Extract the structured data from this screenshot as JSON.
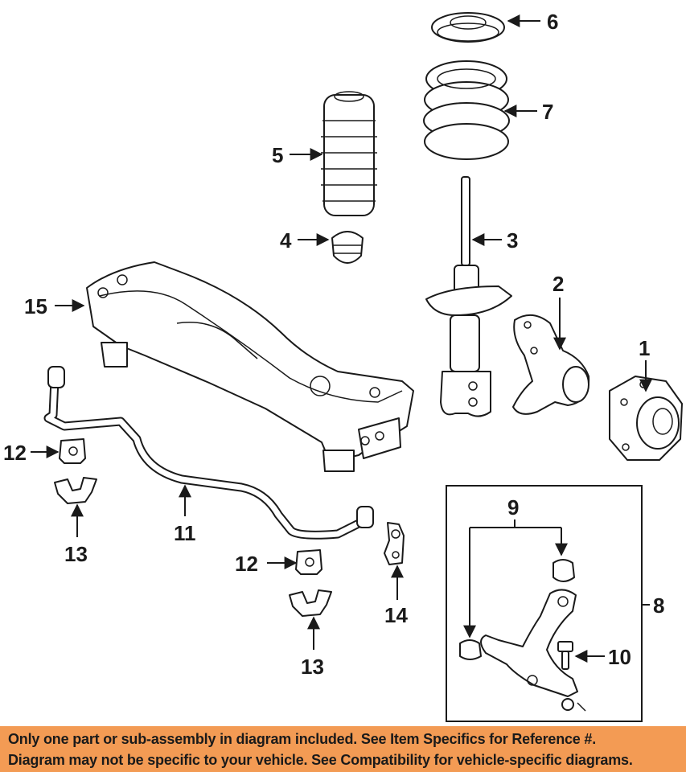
{
  "callouts": {
    "n1": "1",
    "n2": "2",
    "n3": "3",
    "n4": "4",
    "n5": "5",
    "n6": "6",
    "n7": "7",
    "n8": "8",
    "n9": "9",
    "n10": "10",
    "n11": "11",
    "n12a": "12",
    "n12b": "12",
    "n13a": "13",
    "n13b": "13",
    "n14": "14",
    "n15": "15"
  },
  "notice": {
    "line1": "Only one part or sub-assembly in diagram included. See Item Specifics for Reference #.",
    "line2": "Diagram may not be specific to your vehicle. See Compatibility for vehicle-specific diagrams."
  },
  "colors": {
    "notice_background": "#f39b54",
    "ink": "#1a1a1a"
  }
}
